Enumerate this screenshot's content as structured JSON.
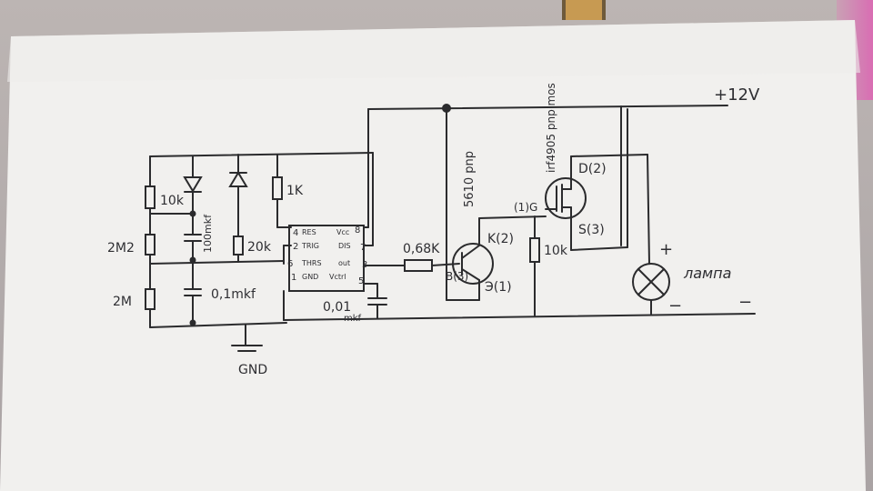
{
  "photo": {
    "subject": "Hand-drawn 555 timer lamp driver circuit on paper"
  },
  "labels": {
    "plus12v": "+12V",
    "r10k": "10k",
    "r2m2": "2M2",
    "r2m": "2M",
    "c100": "100mkf",
    "c01": "0,1mkf",
    "gnd": "GND",
    "r1k": "1K",
    "r20k": "20k",
    "c001": "0,01",
    "c001b": "mkf",
    "r068k": "0,68K",
    "tr5610": "5610 pnp",
    "k2": "K(2)",
    "b3": "B(3)",
    "e1": "Э(1)",
    "r10k2": "10k",
    "mos": "irf4905 pnp mos",
    "g1": "(1)G",
    "d2": "D(2)",
    "s3": "S(3)",
    "lamp": "лампа",
    "plus": "+",
    "minus_lamp": "−",
    "minus_rail": "−",
    "pin4": "4",
    "pin2": "2",
    "pin6": "6",
    "pin1": "1",
    "pin8": "8",
    "pin7": "7",
    "pin3": "3",
    "pin5": "5",
    "rst": "RES",
    "trig": "TRIG",
    "thrs": "THRS",
    "gndpin": "GND",
    "vcc": "Vcc",
    "dis": "DIS",
    "out": "out",
    "vctrl": "Vctrl"
  }
}
